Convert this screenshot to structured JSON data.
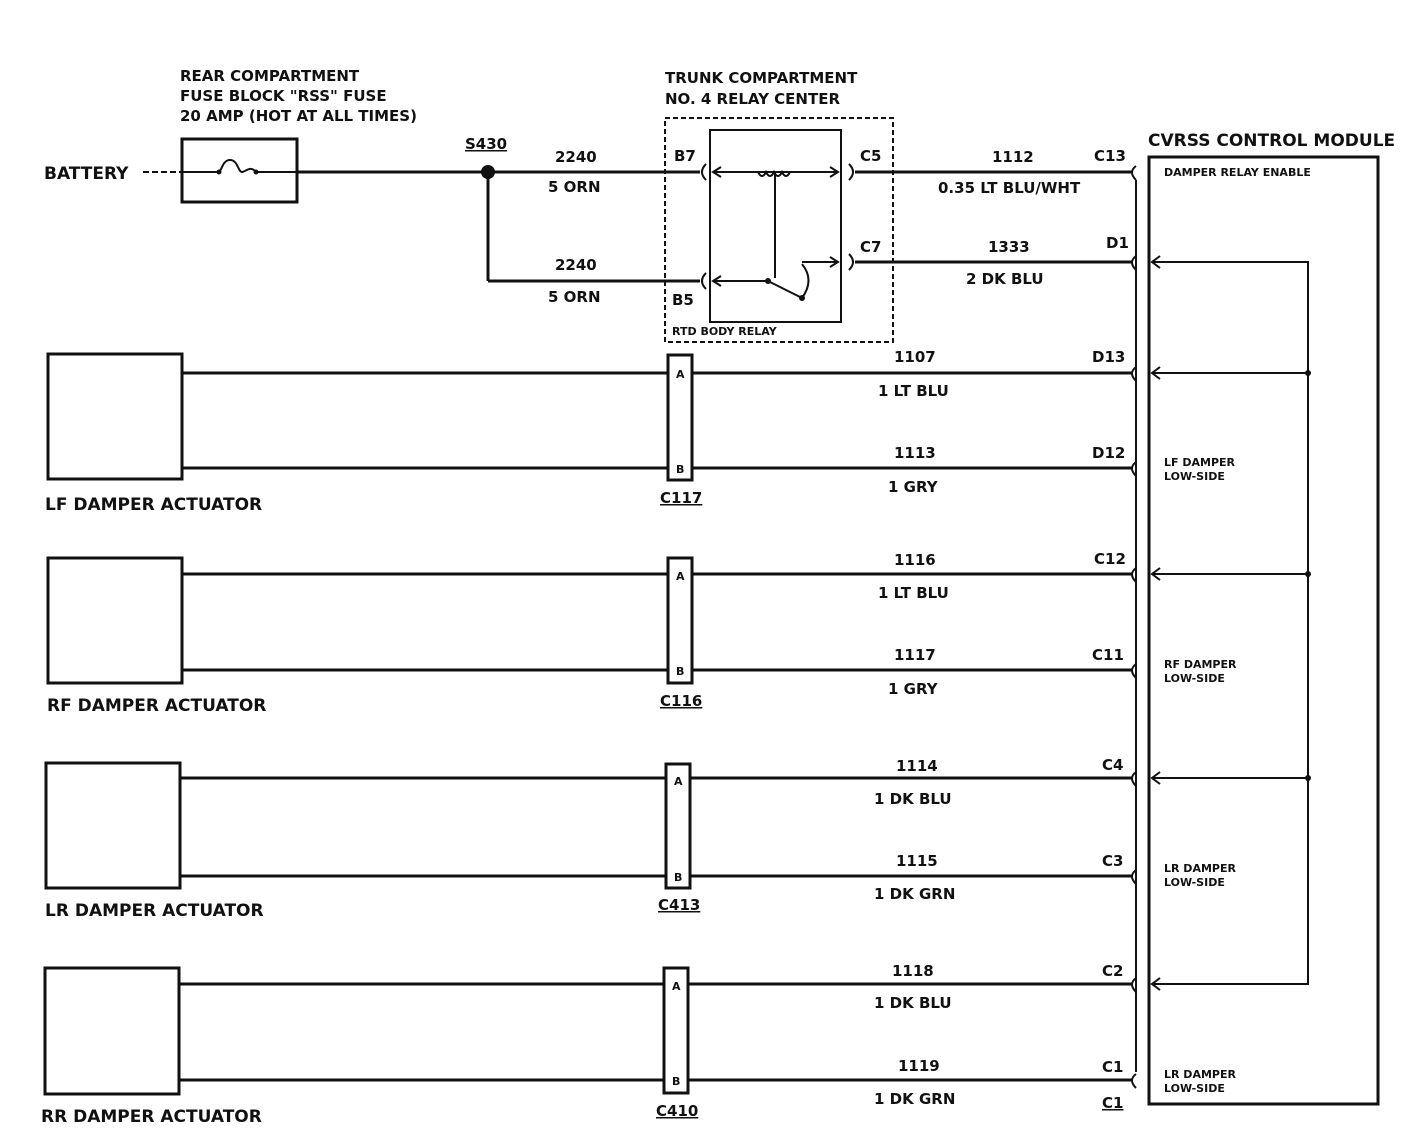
{
  "battery": "BATTERY",
  "fuse_block": {
    "line1": "REAR COMPARTMENT",
    "line2": "FUSE BLOCK \"RSS\" FUSE",
    "line3": "20 AMP (HOT AT ALL TIMES)"
  },
  "splice": "S430",
  "relay_center": {
    "line1": "TRUNK COMPARTMENT",
    "line2": "NO. 4 RELAY CENTER",
    "relay_name": "RTD BODY RELAY"
  },
  "module": {
    "title": "CVRSS CONTROL MODULE",
    "damper_relay_enable": "DAMPER RELAY ENABLE",
    "lowside_labels": [
      {
        "line1": "LF DAMPER",
        "line2": "LOW-SIDE"
      },
      {
        "line1": "RF DAMPER",
        "line2": "LOW-SIDE"
      },
      {
        "line1": "LR DAMPER",
        "line2": "LOW-SIDE"
      },
      {
        "line1": "LR DAMPER",
        "line2": "LOW-SIDE"
      }
    ],
    "bottom_pin_label": "C1"
  },
  "feed_circuits": [
    {
      "circuit": "2240",
      "wire": "5 ORN",
      "pin": "B7"
    },
    {
      "circuit": "2240",
      "wire": "5 ORN",
      "pin": "B5"
    }
  ],
  "relay_outputs": [
    {
      "relay_pin": "C5",
      "circuit": "1112",
      "wire": "0.35 LT BLU/WHT",
      "module_pin": "C13"
    },
    {
      "relay_pin": "C7",
      "circuit": "1333",
      "wire": "2 DK BLU",
      "module_pin": "D1"
    }
  ],
  "actuators": [
    {
      "name": "LF DAMPER ACTUATOR",
      "connector": "C117",
      "pin_a": "A",
      "pin_b": "B",
      "wire_a": {
        "circuit": "1107",
        "wire": "1 LT BLU",
        "module_pin": "D13"
      },
      "wire_b": {
        "circuit": "1113",
        "wire": "1 GRY",
        "module_pin": "D12"
      }
    },
    {
      "name": "RF DAMPER ACTUATOR",
      "connector": "C116",
      "pin_a": "A",
      "pin_b": "B",
      "wire_a": {
        "circuit": "1116",
        "wire": "1 LT BLU",
        "module_pin": "C12"
      },
      "wire_b": {
        "circuit": "1117",
        "wire": "1 GRY",
        "module_pin": "C11"
      }
    },
    {
      "name": "LR DAMPER ACTUATOR",
      "connector": "C413",
      "pin_a": "A",
      "pin_b": "B",
      "wire_a": {
        "circuit": "1114",
        "wire": "1 DK BLU",
        "module_pin": "C4"
      },
      "wire_b": {
        "circuit": "1115",
        "wire": "1 DK GRN",
        "module_pin": "C3"
      }
    },
    {
      "name": "RR DAMPER ACTUATOR",
      "connector": "C410",
      "pin_a": "A",
      "pin_b": "B",
      "wire_a": {
        "circuit": "1118",
        "wire": "1 DK BLU",
        "module_pin": "C2"
      },
      "wire_b": {
        "circuit": "1119",
        "wire": "1 DK GRN",
        "module_pin": "C1"
      }
    }
  ]
}
